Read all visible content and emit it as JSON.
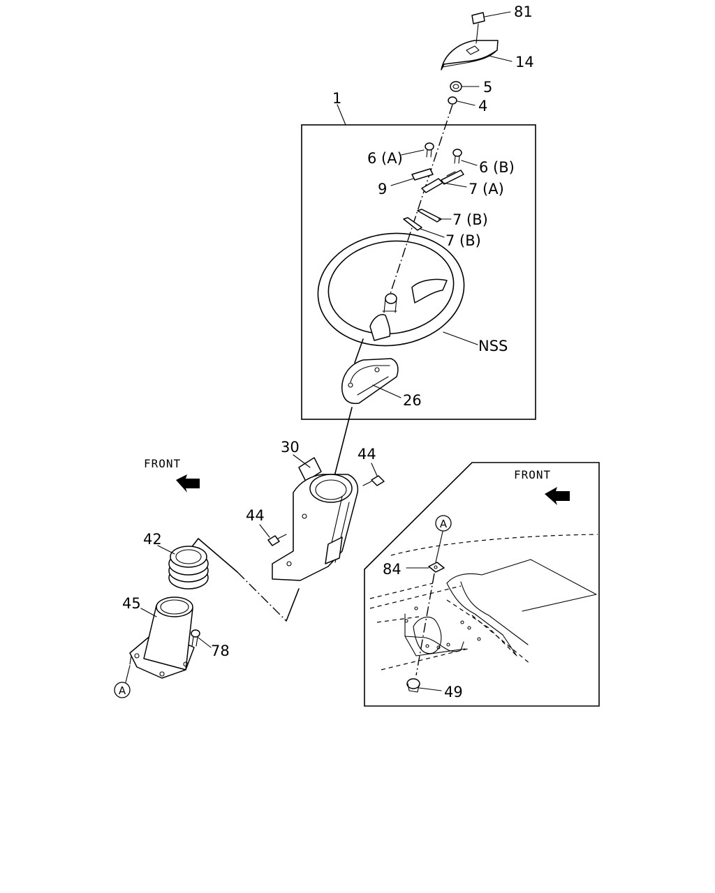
{
  "labels": {
    "p81": "81",
    "p14": "14",
    "p5": "5",
    "p4": "4",
    "p1": "1",
    "p6a": "6 (A)",
    "p6b": "6 (B)",
    "p9": "9",
    "p7a": "7 (A)",
    "p7b_1": "7 (B)",
    "p7b_2": "7 (B)",
    "nss": "NSS",
    "p26": "26",
    "p30": "30",
    "p44_right": "44",
    "p44_left": "44",
    "p42": "42",
    "p45": "45",
    "p78": "78",
    "ref_a_left": "A",
    "p84": "84",
    "p49": "49",
    "ref_a_detail": "A"
  },
  "front_labels": {
    "main": "FRONT",
    "detail": "FRONT"
  }
}
